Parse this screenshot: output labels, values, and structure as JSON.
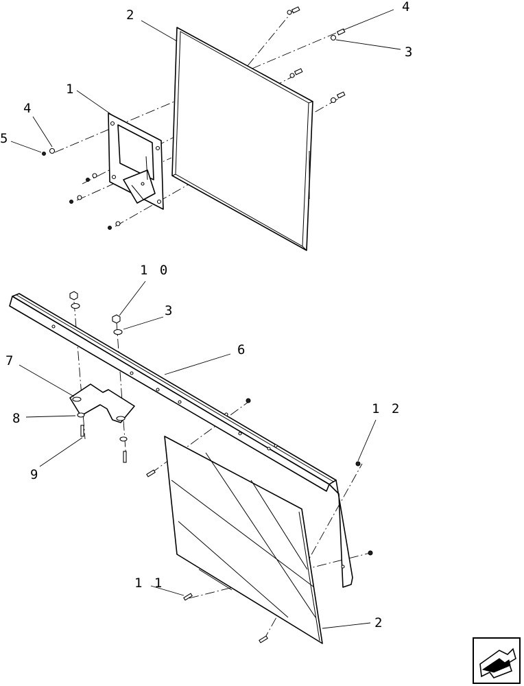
{
  "callouts": {
    "top_panel": "2",
    "top_washer_right": "3",
    "top_bolt_right": "4",
    "bracket_top": "1",
    "top_washer_left": "4",
    "top_bolt_left": "5",
    "nut_top": "1 0",
    "washer_top": "3",
    "support_bar": "6",
    "plate_bracket": "7",
    "washer_lower": "8",
    "bolt_lower": "9",
    "nut_right": "1 2",
    "bolt_panel": "1 1",
    "lower_panel": "2"
  },
  "icons": {
    "navigation": "next-page-arrow-icon"
  }
}
